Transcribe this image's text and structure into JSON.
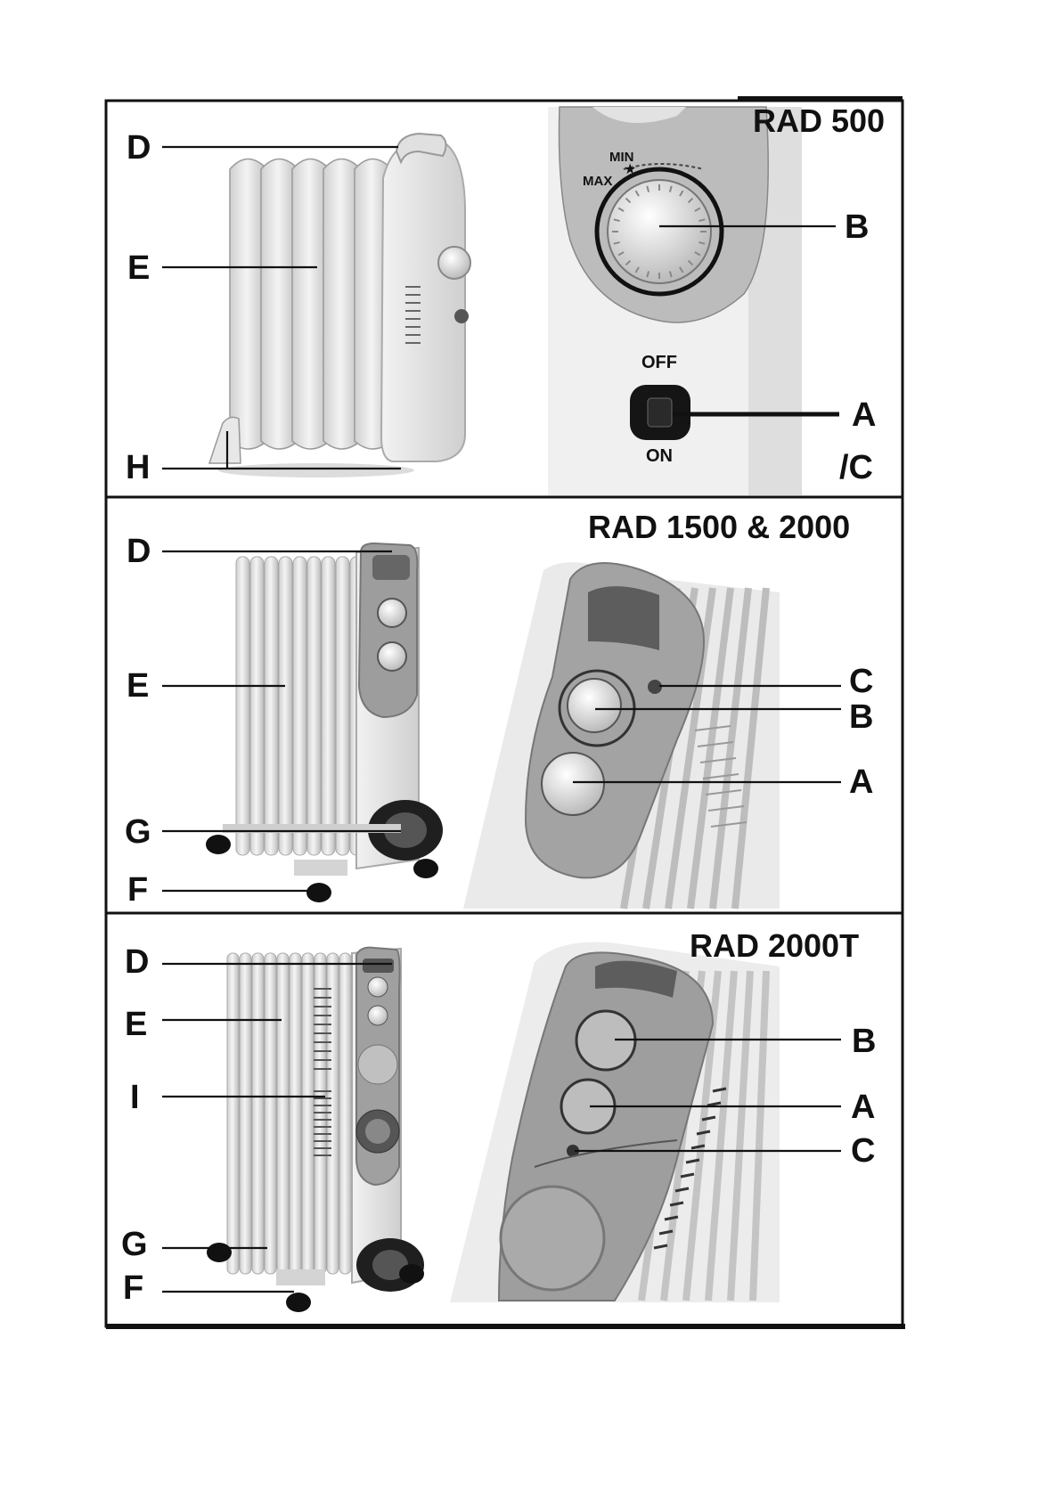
{
  "panels": [
    {
      "model": "RAD 500",
      "left_labels": [
        "D",
        "E",
        "H"
      ],
      "right_labels": [
        "B",
        "A",
        "/C"
      ],
      "dial_text": {
        "min": "MIN",
        "max": "MAX"
      },
      "switch_text": {
        "off": "OFF",
        "on": "ON"
      }
    },
    {
      "model": "RAD 1500 & 2000",
      "left_labels": [
        "D",
        "E",
        "G",
        "F"
      ],
      "right_labels": [
        "C",
        "B",
        "A"
      ]
    },
    {
      "model": "RAD 2000T",
      "left_labels": [
        "D",
        "E",
        "I",
        "G",
        "F"
      ],
      "right_labels": [
        "B",
        "A",
        "C"
      ]
    }
  ],
  "colors": {
    "frame": "#111111",
    "heater": "#e4e4e4",
    "shade": "#b8b8b8",
    "panel": "#9a9a9a",
    "dark": "#222222"
  }
}
